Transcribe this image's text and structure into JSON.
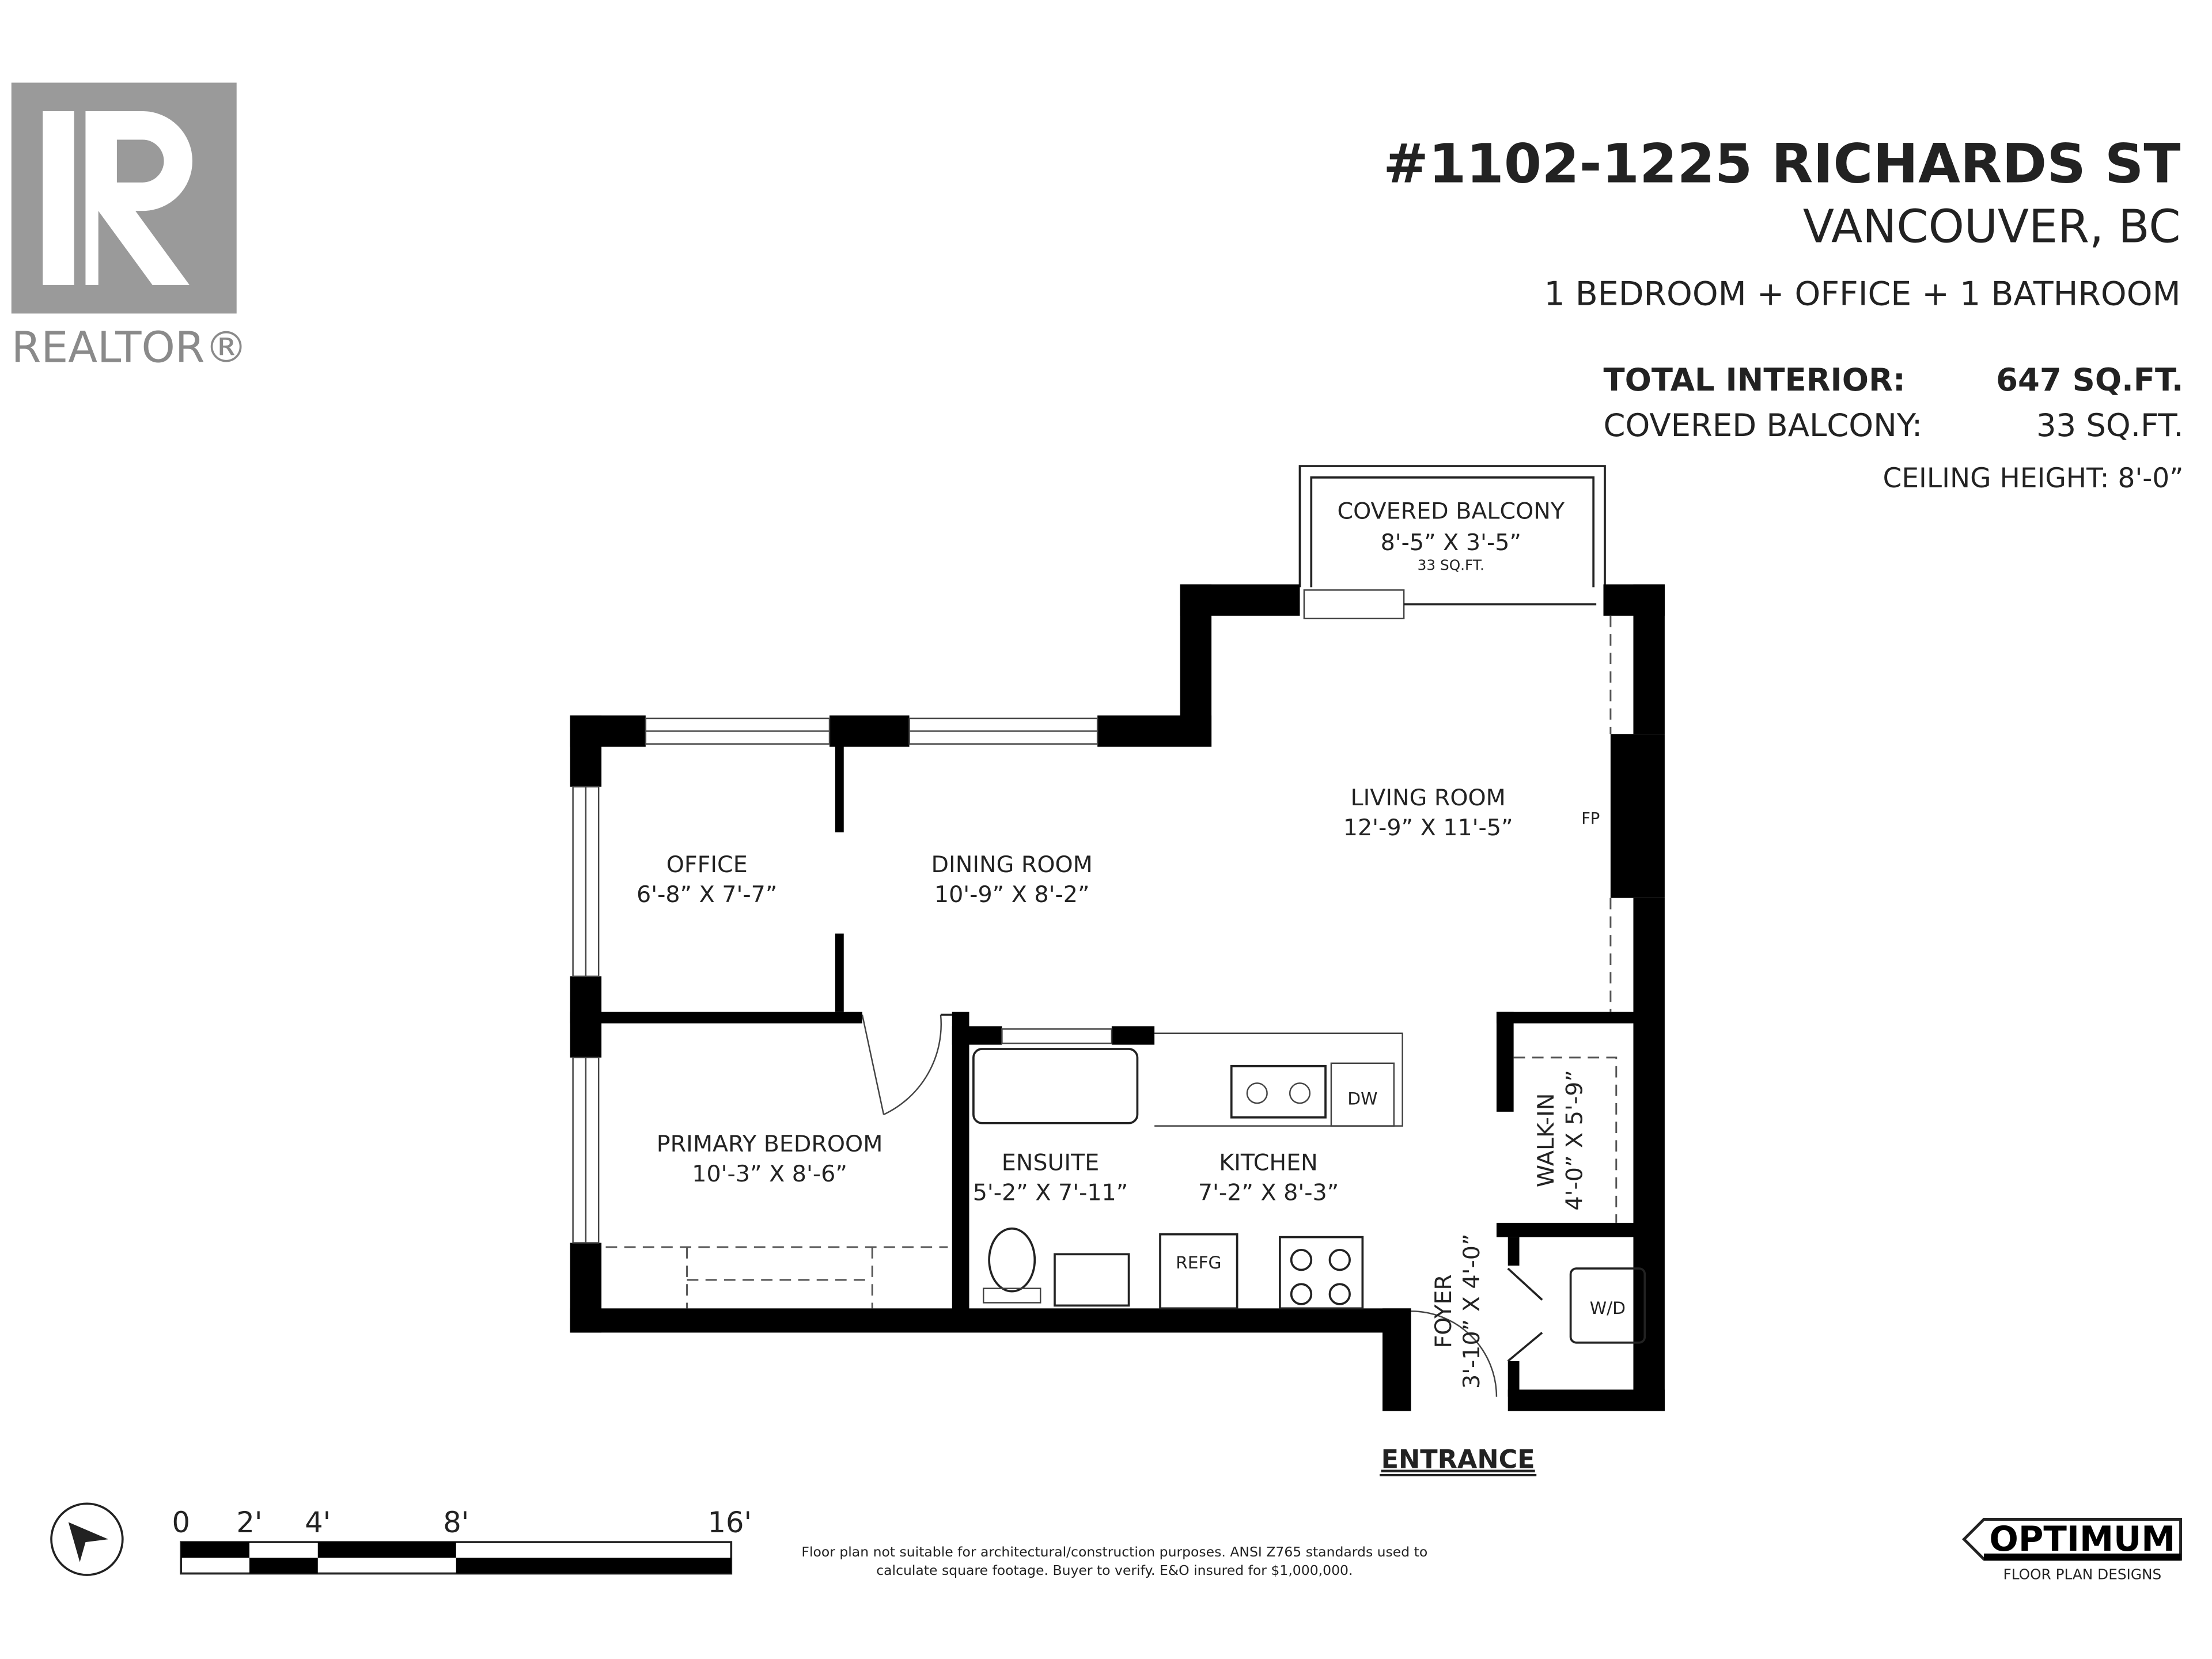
{
  "logo": {
    "name": "REALTOR®",
    "mark": "R"
  },
  "header": {
    "address": "#1102-1225 RICHARDS ST",
    "city": "VANCOUVER, BC",
    "summary": "1 BEDROOM + OFFICE + 1 BATHROOM",
    "total_interior_label": "TOTAL INTERIOR:",
    "total_interior_value": "647 SQ.FT.",
    "balcony_label": "COVERED BALCONY:",
    "balcony_value": "33 SQ.FT.",
    "ceiling": "CEILING HEIGHT: 8'-0”"
  },
  "rooms": {
    "balcony": {
      "name": "COVERED BALCONY",
      "dims": "8'-5” X 3'-5”",
      "area": "33 SQ.FT."
    },
    "living": {
      "name": "LIVING ROOM",
      "dims": "12'-9” X 11'-5”"
    },
    "office": {
      "name": "OFFICE",
      "dims": "6'-8” X 7'-7”"
    },
    "dining": {
      "name": "DINING ROOM",
      "dims": "10'-9” X 8'-2”"
    },
    "bedroom": {
      "name": "PRIMARY BEDROOM",
      "dims": "10'-3” X 8'-6”"
    },
    "ensuite": {
      "name": "ENSUITE",
      "dims": "5'-2” X 7'-11”"
    },
    "kitchen": {
      "name": "KITCHEN",
      "dims": "7'-2” X 8'-3”"
    },
    "walkin": {
      "name": "WALK-IN",
      "dims": "4'-0” X 5'-9”"
    },
    "foyer": {
      "name": "FOYER",
      "dims": "3'-10” X 4'-0”"
    }
  },
  "fixtures": {
    "fireplace": "FP",
    "dishwasher": "DW",
    "fridge": "REFG",
    "washer_dryer": "W/D"
  },
  "entrance": "ENTRANCE",
  "scale": {
    "ticks": [
      "0",
      "2'",
      "4'",
      "8'",
      "16'"
    ]
  },
  "disclaimer": {
    "line1": "Floor plan not suitable for architectural/construction purposes. ANSI Z765 standards used to",
    "line2": "calculate square footage. Buyer to verify. E&O insured for $1,000,000."
  },
  "brand": {
    "name": "OPTIMUM",
    "tagline": "FLOOR PLAN DESIGNS"
  }
}
